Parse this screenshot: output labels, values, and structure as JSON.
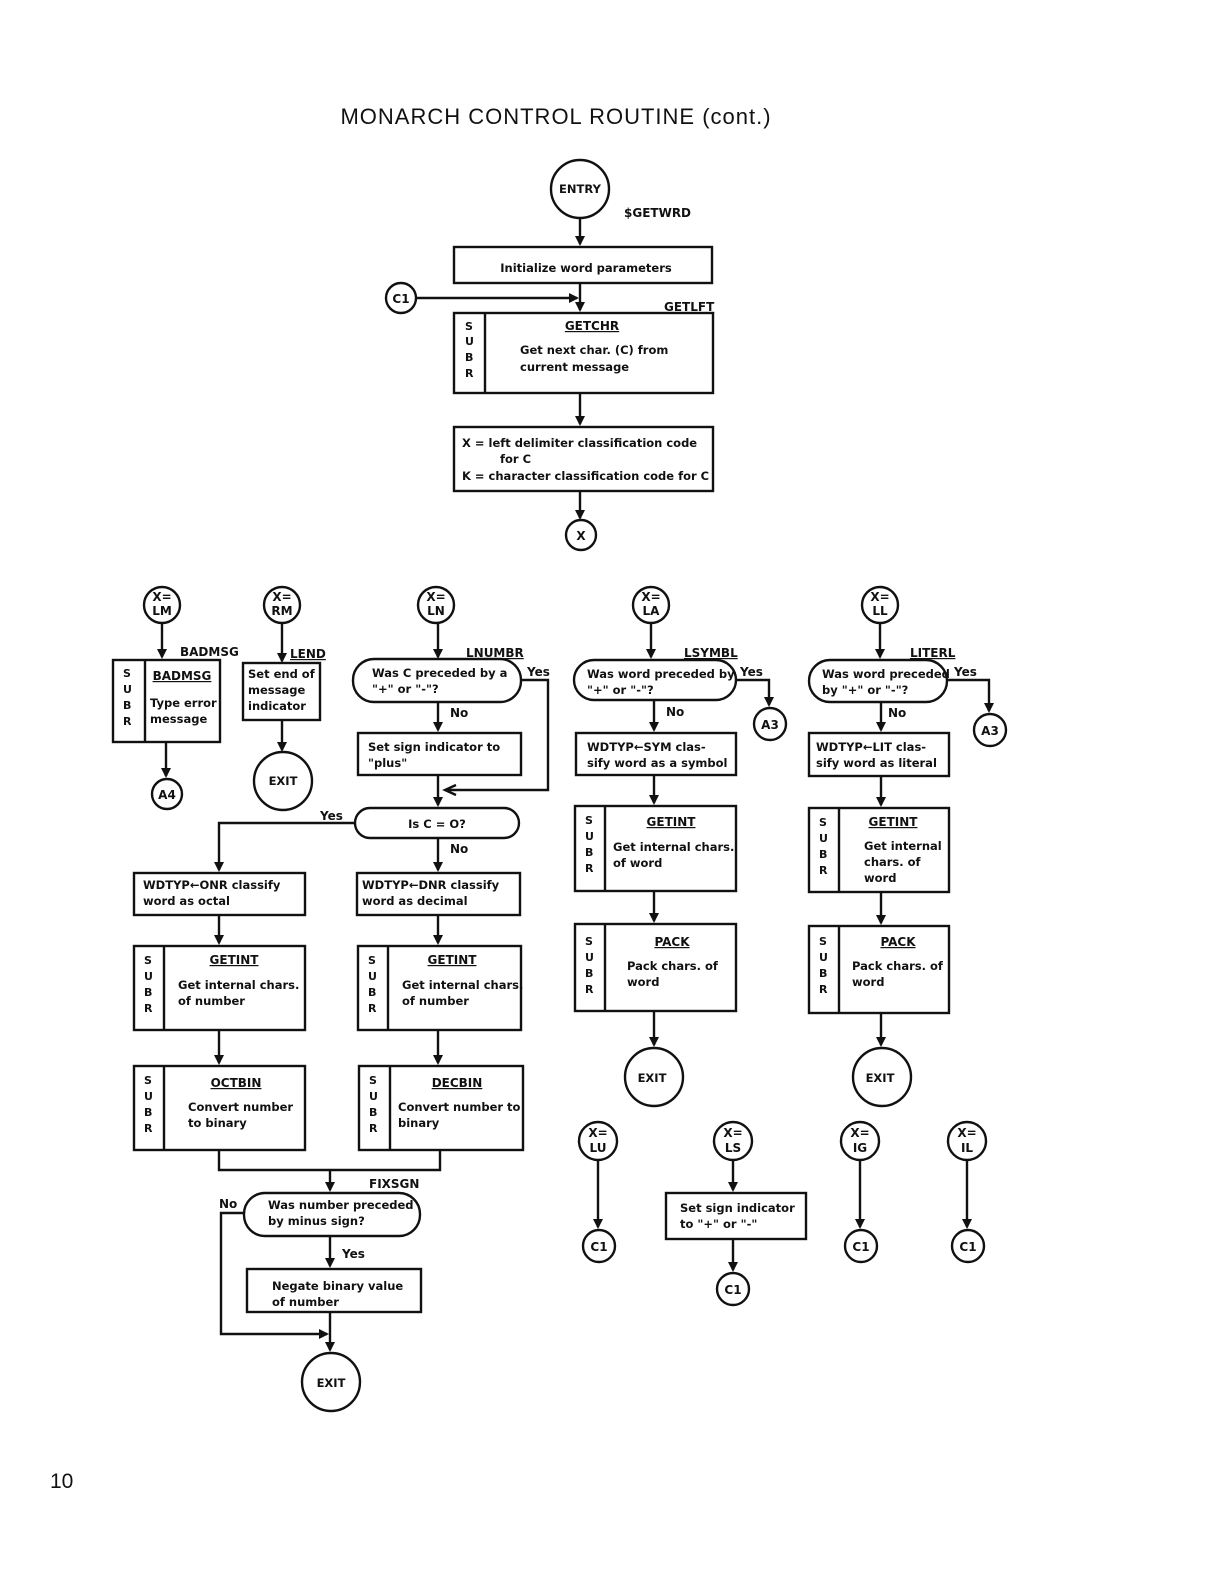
{
  "page": {
    "title": "MONARCH CONTROL ROUTINE (cont.)",
    "page_number": "10"
  },
  "diagram": {
    "entry": {
      "label": "ENTRY",
      "routine": "$GETWRD"
    },
    "init": "Initialize word parameters",
    "c1_top": "C1",
    "getlft_label": "GETLFT",
    "getchr": {
      "sub": [
        "S",
        "U",
        "B",
        "R"
      ],
      "title": "GETCHR",
      "lines": [
        "Get next char. (C) from",
        "current message"
      ]
    },
    "classify": {
      "lines": [
        "X = left delimiter classification code",
        "for C",
        "K = character classification code for C"
      ]
    },
    "x_connector": "X",
    "lm": {
      "entry": [
        "X=",
        "LM"
      ],
      "label": "BADMSG",
      "box": {
        "sub": [
          "S",
          "U",
          "B",
          "R"
        ],
        "title": "BADMSG",
        "lines": [
          "Type error",
          "message"
        ]
      },
      "connector": "A4"
    },
    "rm": {
      "entry": [
        "X=",
        "RM"
      ],
      "label": "LEND",
      "box": [
        "Set end of",
        "message",
        "indicator"
      ],
      "exit": "EXIT"
    },
    "ln": {
      "entry": [
        "X=",
        "LN"
      ],
      "label": "LNUMBR",
      "decision": [
        "Was C preceded by a",
        "\"+\" or \"-\"?"
      ],
      "yes": "Yes",
      "no": "No",
      "sign_box": [
        "Set sign indicator to",
        "\"plus\""
      ],
      "c_zero": "Is C = O?",
      "c_yes": "Yes",
      "c_no": "No",
      "octal_box": [
        "WDTYP←ONR classify",
        "word as octal"
      ],
      "decimal_box": [
        "WDTYP←DNR classify",
        "word as decimal"
      ],
      "getint_left": {
        "sub": [
          "S",
          "U",
          "B",
          "R"
        ],
        "title": "GETINT",
        "lines": [
          "Get internal chars.",
          "of number"
        ]
      },
      "getint_right": {
        "sub": [
          "S",
          "U",
          "B",
          "R"
        ],
        "title": "GETINT",
        "lines": [
          "Get internal chars.",
          "of number"
        ]
      },
      "octbin": {
        "sub": [
          "S",
          "U",
          "B",
          "R"
        ],
        "title": "OCTBIN",
        "lines": [
          "Convert number",
          "to binary"
        ]
      },
      "decbin": {
        "sub": [
          "S",
          "U",
          "B",
          "R"
        ],
        "title": "DECBIN",
        "lines": [
          "Convert number to",
          "binary"
        ]
      },
      "fixsgn_label": "FIXSGN",
      "minus_decision": [
        "Was number preceded",
        "by minus sign?"
      ],
      "minus_no": "No",
      "minus_yes": "Yes",
      "negate_box": [
        "Negate binary value",
        "of number"
      ],
      "exit": "EXIT"
    },
    "la": {
      "entry": [
        "X=",
        "LA"
      ],
      "label": "LSYMBL",
      "decision": [
        "Was word preceded by",
        "\"+\" or \"-\"?"
      ],
      "yes": "Yes",
      "no": "No",
      "yes_connector": "A3",
      "sym_box": [
        "WDTYP←SYM clas-",
        "sify word as a symbol"
      ],
      "getint": {
        "sub": [
          "S",
          "U",
          "B",
          "R"
        ],
        "title": "GETINT",
        "lines": [
          "Get internal chars.",
          "of word"
        ]
      },
      "pack": {
        "sub": [
          "S",
          "U",
          "B",
          "R"
        ],
        "title": "PACK",
        "lines": [
          "Pack chars. of",
          "word"
        ]
      },
      "exit": "EXIT"
    },
    "ll": {
      "entry": [
        "X=",
        "LL"
      ],
      "label": "LITERL",
      "decision": [
        "Was word preceded",
        "by \"+\" or \"-\"?"
      ],
      "yes": "Yes",
      "no": "No",
      "yes_connector": "A3",
      "lit_box": [
        "WDTYP←LIT clas-",
        "sify word as literal"
      ],
      "getint": {
        "sub": [
          "S",
          "U",
          "B",
          "R"
        ],
        "title": "GETINT",
        "lines": [
          "Get internal",
          "chars. of",
          "word"
        ]
      },
      "pack": {
        "sub": [
          "S",
          "U",
          "B",
          "R"
        ],
        "title": "PACK",
        "lines": [
          "Pack chars. of",
          "word"
        ]
      },
      "exit": "EXIT"
    },
    "lu": {
      "entry": [
        "X=",
        "LU"
      ],
      "connector": "C1"
    },
    "ls": {
      "entry": [
        "X=",
        "LS"
      ],
      "box": [
        "Set sign indicator",
        "to \"+\" or \"-\""
      ],
      "connector": "C1"
    },
    "ig": {
      "entry": [
        "X=",
        "IG"
      ],
      "connector": "C1"
    },
    "il": {
      "entry": [
        "X=",
        "IL"
      ],
      "connector": "C1"
    }
  }
}
